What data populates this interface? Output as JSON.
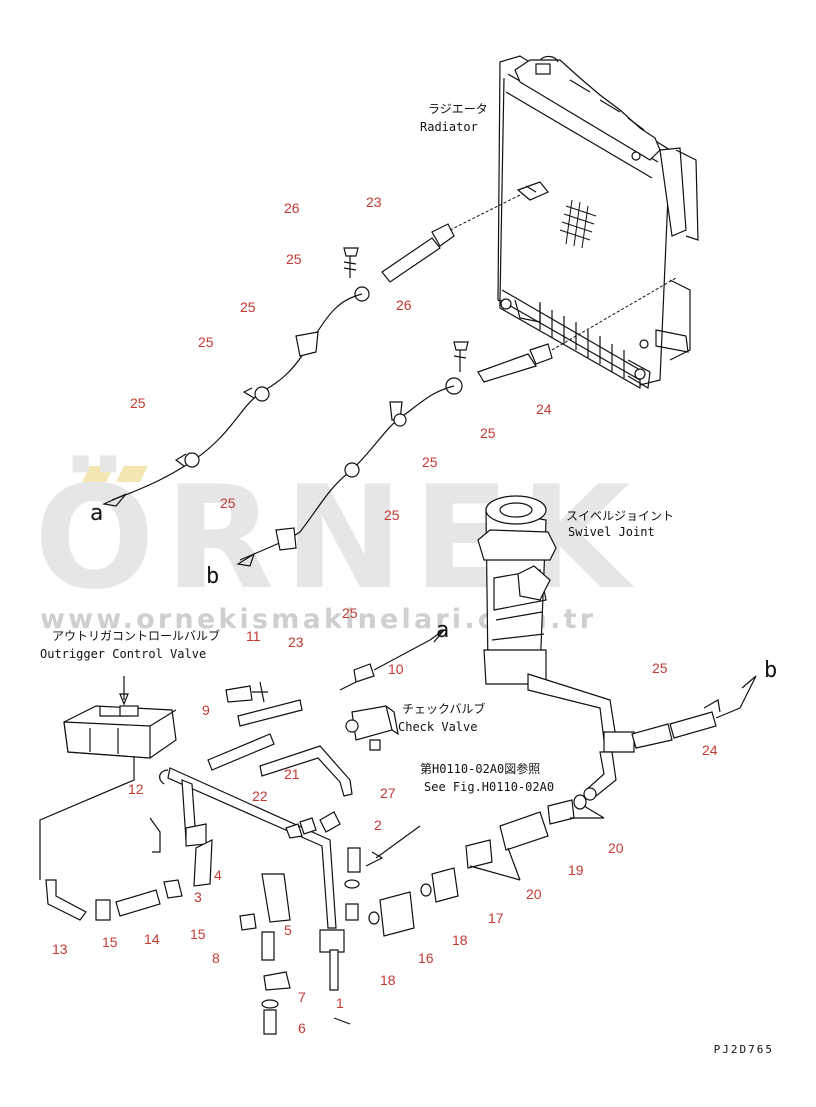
{
  "watermark": {
    "brand": "ÖRNEK",
    "url": "www.ornekismakinelari.com.tr"
  },
  "labels": {
    "radiator_jp": "ラジエータ",
    "radiator_en": "Radiator",
    "swivel_jp": "スイベルジョイント",
    "swivel_en": "Swivel Joint",
    "outrigger_jp": "アウトリガコントロールバルブ",
    "outrigger_en": "Outrigger Control Valve",
    "check_jp": "チェックバルブ",
    "check_en": "Check Valve",
    "seefig_jp": "第H0110-02A0図参照",
    "seefig_en": "See Fig.H0110-02A0",
    "drawing_code": "PJ2D765"
  },
  "connection_letters": [
    "a",
    "b",
    "a",
    "b"
  ],
  "callouts": [
    "26",
    "23",
    "25",
    "25",
    "26",
    "25",
    "25",
    "25",
    "24",
    "25",
    "25",
    "25",
    "25",
    "25",
    "11",
    "23",
    "10",
    "9",
    "21",
    "22",
    "27",
    "12",
    "2",
    "4",
    "3",
    "5",
    "15",
    "15",
    "14",
    "13",
    "8",
    "7",
    "6",
    "1",
    "20",
    "19",
    "20",
    "17",
    "18",
    "16",
    "18",
    "25",
    "24"
  ]
}
